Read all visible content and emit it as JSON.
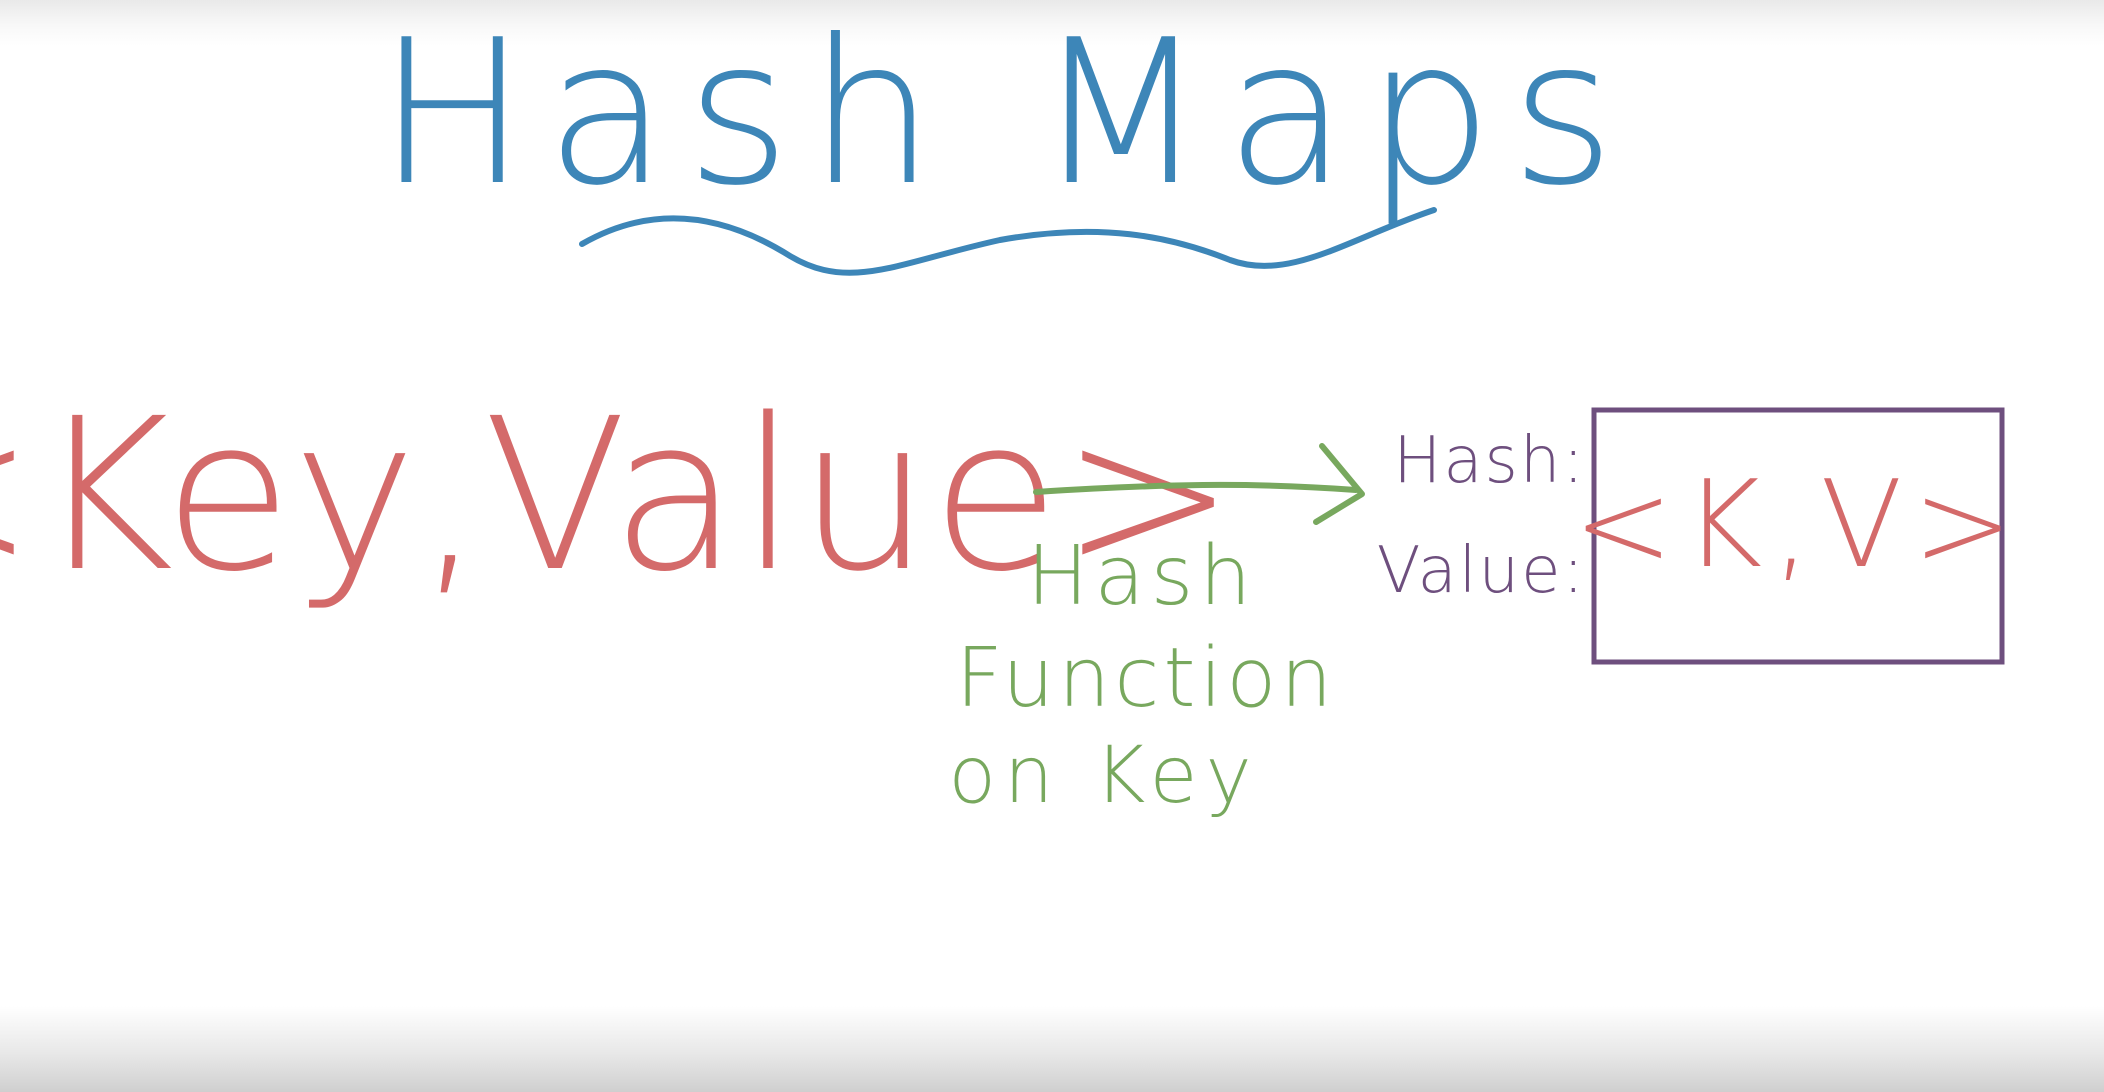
{
  "title": "Hash Maps",
  "pair_label": "<Key,Value>",
  "arrow_label_lines": [
    "Hash",
    "Function",
    "on Key"
  ],
  "slot": {
    "hash_label": "Hash:",
    "value_label": "Value:",
    "content": "<K,V>"
  },
  "colors": {
    "title": "#3d86b8",
    "pair": "#d46a6a",
    "arrow": "#78a85e",
    "slot_labels": "#6e4f7e",
    "slot_box": "#6e4f7e",
    "slot_content": "#d46a6a",
    "background": "#ffffff"
  }
}
